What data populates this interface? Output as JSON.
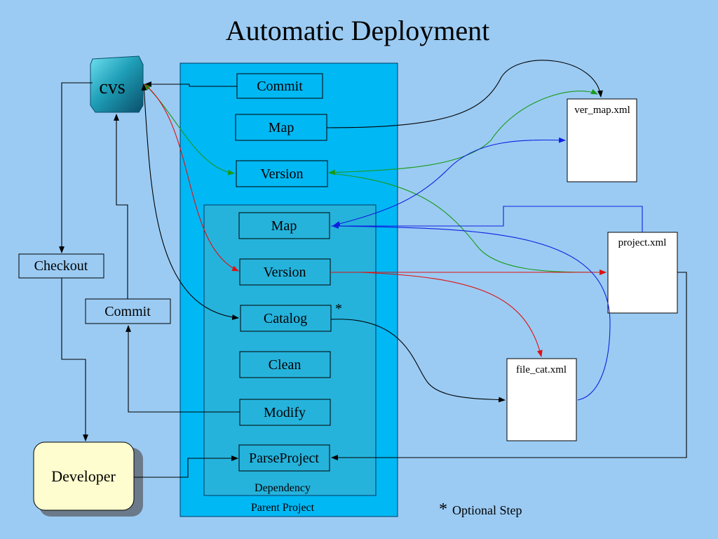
{
  "title": "Automatic Deployment",
  "cvs": {
    "label": "cvs"
  },
  "developer": {
    "label": "Developer"
  },
  "left_steps": {
    "checkout": "Checkout",
    "commit": "Commit"
  },
  "parent_project": {
    "label": "Parent Project",
    "steps": {
      "commit": "Commit",
      "map": "Map",
      "version": "Version"
    }
  },
  "dependency": {
    "label": "Dependency",
    "steps": {
      "map": "Map",
      "version": "Version",
      "catalog": "Catalog",
      "clean": "Clean",
      "modify": "Modify",
      "parse_project": "ParseProject"
    },
    "optional_marker": "*"
  },
  "files": {
    "ver_map": "ver_map.xml",
    "project": "project.xml",
    "file_cat": "file_cat.xml"
  },
  "legend": {
    "marker": "*",
    "text": "Optional Step"
  },
  "colors": {
    "background": "#9bcbf3",
    "parent_box": "#00b8f4",
    "dependency_box": "#25b3dc",
    "green": "#1a9a1a",
    "red": "#e01010",
    "blue": "#1020e0"
  }
}
